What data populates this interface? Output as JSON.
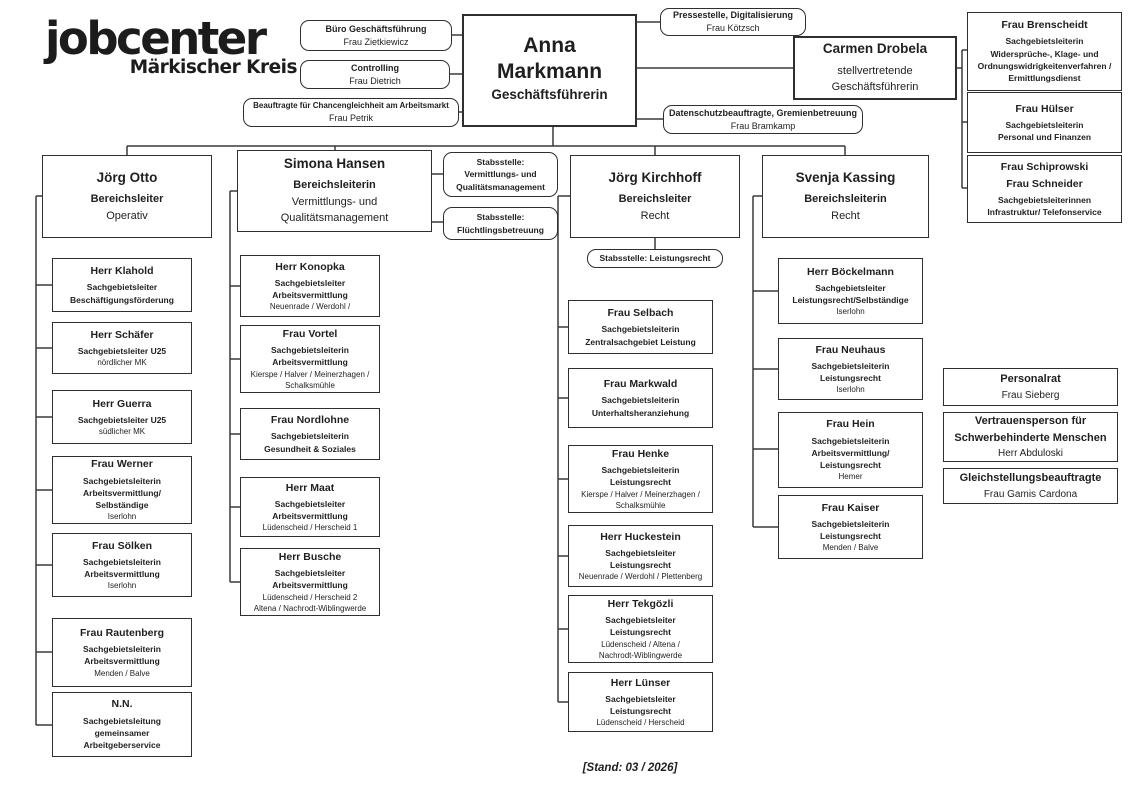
{
  "colors": {
    "ink": "#1f1f1f",
    "line": "#3a3a3a",
    "background": "#ffffff"
  },
  "logo": {
    "brand": "jobcenter",
    "subtitle": "Märkischer Kreis"
  },
  "footer": {
    "stand": "[Stand: 03 / 2026]"
  },
  "nodes": [
    {
      "id": "buero",
      "shape": "round",
      "lines": [
        {
          "t": "Büro Geschäftsführung",
          "s": "tb"
        },
        {
          "t": "Frau Zietkiewicz",
          "s": "rr"
        }
      ]
    },
    {
      "id": "controlling",
      "shape": "round",
      "lines": [
        {
          "t": "Controlling",
          "s": "tb"
        },
        {
          "t": "Frau Dietrich",
          "s": "rr"
        }
      ]
    },
    {
      "id": "chancen",
      "shape": "round",
      "lines": [
        {
          "t": "Beauftragte für Chancengleichheit am Arbeitsmarkt",
          "s": "tb2"
        },
        {
          "t": "Frau Petrik",
          "s": "rr"
        }
      ]
    },
    {
      "id": "gf",
      "shape": "rect b2",
      "lines": [
        {
          "t": "Anna",
          "s": "xl"
        },
        {
          "t": "Markmann",
          "s": "xl"
        },
        {
          "t": "Geschäftsführerin",
          "s": "lgb"
        }
      ]
    },
    {
      "id": "presse",
      "shape": "round",
      "lines": [
        {
          "t": "Pressestelle, Digitalisierung",
          "s": "tb"
        },
        {
          "t": "Frau Kötzsch",
          "s": "rr"
        }
      ]
    },
    {
      "id": "drobela",
      "shape": "rect b2",
      "lines": [
        {
          "t": "Carmen Drobela",
          "s": "lgb"
        },
        {
          "t": "stellvertretende",
          "s": "md"
        },
        {
          "t": "Geschäftsführerin",
          "s": "md"
        }
      ]
    },
    {
      "id": "datenschutz",
      "shape": "round",
      "lines": [
        {
          "t": "Datenschutzbeauftragte, Gremienbetreuung",
          "s": "tb"
        },
        {
          "t": "Frau Bramkamp",
          "s": "rr"
        }
      ]
    },
    {
      "id": "brenscheidt",
      "shape": "rect",
      "lines": [
        {
          "t": "Frau Brenscheidt",
          "s": "nb"
        },
        {
          "t": "Sachgebietsleiterin",
          "s": "sb"
        },
        {
          "t": "Widersprüche-, Klage- und",
          "s": "sb"
        },
        {
          "t": "Ordnungswidrigkeitenverfahren /",
          "s": "sb"
        },
        {
          "t": "Ermittlungsdienst",
          "s": "sb"
        }
      ]
    },
    {
      "id": "huelser",
      "shape": "rect",
      "lines": [
        {
          "t": "Frau Hülser",
          "s": "nb"
        },
        {
          "t": "Sachgebietsleiterin",
          "s": "sb"
        },
        {
          "t": "Personal und Finanzen",
          "s": "sb"
        }
      ]
    },
    {
      "id": "schiprowski",
      "shape": "rect",
      "lines": [
        {
          "t": "Frau Schiprowski",
          "s": "nb"
        },
        {
          "t": "Frau Schneider",
          "s": "nb"
        },
        {
          "t": "Sachgebietsleiterinnen",
          "s": "sb"
        },
        {
          "t": "Infrastruktur/ Telefonservice",
          "s": "sb"
        }
      ]
    },
    {
      "id": "otto",
      "shape": "rect",
      "lines": [
        {
          "t": "Jörg Otto",
          "s": "lgb"
        },
        {
          "t": "Bereichsleiter",
          "s": "mdb"
        },
        {
          "t": "Operativ",
          "s": "md"
        }
      ]
    },
    {
      "id": "hansen",
      "shape": "rect",
      "lines": [
        {
          "t": "Simona Hansen",
          "s": "lgb"
        },
        {
          "t": "Bereichsleiterin",
          "s": "mdb"
        },
        {
          "t": "Vermittlungs- und",
          "s": "md"
        },
        {
          "t": "Qualitätsmanagement",
          "s": "md"
        }
      ]
    },
    {
      "id": "stab-vq",
      "shape": "round",
      "lines": [
        {
          "t": "Stabsstelle:",
          "s": "sb"
        },
        {
          "t": "Vermittlungs- und",
          "s": "sb"
        },
        {
          "t": "Qualitätsmanagement",
          "s": "sb"
        }
      ]
    },
    {
      "id": "stab-fl",
      "shape": "round",
      "lines": [
        {
          "t": "Stabsstelle:",
          "s": "sb"
        },
        {
          "t": "Flüchtlingsbetreuung",
          "s": "sb"
        }
      ]
    },
    {
      "id": "kirchhoff",
      "shape": "rect",
      "lines": [
        {
          "t": "Jörg Kirchhoff",
          "s": "lgb"
        },
        {
          "t": "Bereichsleiter",
          "s": "mdb"
        },
        {
          "t": "Recht",
          "s": "md"
        }
      ]
    },
    {
      "id": "stab-lr",
      "shape": "round",
      "lines": [
        {
          "t": "Stabsstelle: Leistungsrecht",
          "s": "sb"
        }
      ]
    },
    {
      "id": "kassing",
      "shape": "rect",
      "lines": [
        {
          "t": "Svenja Kassing",
          "s": "lgb"
        },
        {
          "t": "Bereichsleiterin",
          "s": "mdb"
        },
        {
          "t": "Recht",
          "s": "md"
        }
      ]
    },
    {
      "id": "klahold",
      "shape": "rect",
      "lines": [
        {
          "t": "Herr Klahold",
          "s": "nb"
        },
        {
          "t": "Sachgebietsleiter",
          "s": "sb"
        },
        {
          "t": "Beschäftigungsförderung",
          "s": "sb"
        }
      ]
    },
    {
      "id": "schaefer",
      "shape": "rect",
      "lines": [
        {
          "t": "Herr Schäfer",
          "s": "nb"
        },
        {
          "t": "Sachgebietsleiter U25",
          "s": "sb"
        },
        {
          "t": "nördlicher MK",
          "s": "sr"
        }
      ]
    },
    {
      "id": "guerra",
      "shape": "rect",
      "lines": [
        {
          "t": "Herr Guerra",
          "s": "nb"
        },
        {
          "t": "Sachgebietsleiter U25",
          "s": "sb"
        },
        {
          "t": "südlicher MK",
          "s": "sr"
        }
      ]
    },
    {
      "id": "werner",
      "shape": "rect",
      "lines": [
        {
          "t": "Frau Werner",
          "s": "nb"
        },
        {
          "t": "Sachgebietsleiterin",
          "s": "sb"
        },
        {
          "t": "Arbeitsvermittlung/",
          "s": "sb"
        },
        {
          "t": "Selbständige",
          "s": "sb"
        },
        {
          "t": "Iserlohn",
          "s": "sr"
        }
      ]
    },
    {
      "id": "soelken",
      "shape": "rect",
      "lines": [
        {
          "t": "Frau Sölken",
          "s": "nb"
        },
        {
          "t": "Sachgebietsleiterin",
          "s": "sb"
        },
        {
          "t": "Arbeitsvermittlung",
          "s": "sb"
        },
        {
          "t": "Iserlohn",
          "s": "sr"
        }
      ]
    },
    {
      "id": "rautenberg",
      "shape": "rect",
      "lines": [
        {
          "t": "Frau Rautenberg",
          "s": "nb"
        },
        {
          "t": "Sachgebietsleiterin",
          "s": "sb"
        },
        {
          "t": "Arbeitsvermittlung",
          "s": "sb"
        },
        {
          "t": "Menden / Balve",
          "s": "sr"
        }
      ]
    },
    {
      "id": "nn",
      "shape": "rect",
      "lines": [
        {
          "t": "N.N.",
          "s": "nb"
        },
        {
          "t": "Sachgebietsleitung",
          "s": "sb"
        },
        {
          "t": "gemeinsamer",
          "s": "sb"
        },
        {
          "t": "Arbeitgeberservice",
          "s": "sb"
        }
      ]
    },
    {
      "id": "konopka",
      "shape": "rect",
      "lines": [
        {
          "t": "Herr Konopka",
          "s": "nb"
        },
        {
          "t": "Sachgebietsleiter",
          "s": "sb"
        },
        {
          "t": "Arbeitsvermittlung",
          "s": "sb"
        },
        {
          "t": "Neuenrade / Werdohl /",
          "s": "sr"
        }
      ]
    },
    {
      "id": "vortel",
      "shape": "rect",
      "lines": [
        {
          "t": "Frau Vortel",
          "s": "nb"
        },
        {
          "t": "Sachgebietsleiterin",
          "s": "sb"
        },
        {
          "t": "Arbeitsvermittlung",
          "s": "sb"
        },
        {
          "t": "Kierspe / Halver / Meinerzhagen /",
          "s": "sr"
        },
        {
          "t": "Schalksmühle",
          "s": "sr"
        }
      ]
    },
    {
      "id": "nordlohne",
      "shape": "rect",
      "lines": [
        {
          "t": "Frau Nordlohne",
          "s": "nb"
        },
        {
          "t": "Sachgebietsleiterin",
          "s": "sb"
        },
        {
          "t": "Gesundheit & Soziales",
          "s": "sb"
        }
      ]
    },
    {
      "id": "maat",
      "shape": "rect",
      "lines": [
        {
          "t": "Herr Maat",
          "s": "nb"
        },
        {
          "t": "Sachgebietsleiter",
          "s": "sb"
        },
        {
          "t": "Arbeitsvermittlung",
          "s": "sb"
        },
        {
          "t": "Lüdenscheid / Herscheid 1",
          "s": "sr"
        }
      ]
    },
    {
      "id": "busche",
      "shape": "rect",
      "lines": [
        {
          "t": "Herr Busche",
          "s": "nb"
        },
        {
          "t": "Sachgebietsleiter",
          "s": "sb"
        },
        {
          "t": "Arbeitsvermittlung",
          "s": "sb"
        },
        {
          "t": "Lüdenscheid / Herscheid 2",
          "s": "sr"
        },
        {
          "t": "Altena / Nachrodt-Wiblingwerde",
          "s": "sr"
        }
      ]
    },
    {
      "id": "selbach",
      "shape": "rect",
      "lines": [
        {
          "t": "Frau Selbach",
          "s": "nb"
        },
        {
          "t": "Sachgebietsleiterin",
          "s": "sb"
        },
        {
          "t": "Zentralsachgebiet Leistung",
          "s": "sb"
        }
      ]
    },
    {
      "id": "markwald",
      "shape": "rect",
      "lines": [
        {
          "t": "Frau Markwald",
          "s": "nb"
        },
        {
          "t": "Sachgebietsleiterin",
          "s": "sb"
        },
        {
          "t": "Unterhaltsheranziehung",
          "s": "sb"
        }
      ]
    },
    {
      "id": "henke",
      "shape": "rect",
      "lines": [
        {
          "t": "Frau Henke",
          "s": "nb"
        },
        {
          "t": "Sachgebietsleiterin",
          "s": "sb"
        },
        {
          "t": "Leistungsrecht",
          "s": "sb"
        },
        {
          "t": "Kierspe / Halver / Meinerzhagen /",
          "s": "sr"
        },
        {
          "t": "Schalksmühle",
          "s": "sr"
        }
      ]
    },
    {
      "id": "huckestein",
      "shape": "rect",
      "lines": [
        {
          "t": "Herr Huckestein",
          "s": "nb"
        },
        {
          "t": "Sachgebietsleiter",
          "s": "sb"
        },
        {
          "t": "Leistungsrecht",
          "s": "sb"
        },
        {
          "t": "Neuenrade / Werdohl / Plettenberg",
          "s": "sr"
        }
      ]
    },
    {
      "id": "tekgoezli",
      "shape": "rect",
      "lines": [
        {
          "t": "Herr Tekgözli",
          "s": "nb"
        },
        {
          "t": "Sachgebietsleiter",
          "s": "sb"
        },
        {
          "t": "Leistungsrecht",
          "s": "sb"
        },
        {
          "t": "Lüdenscheid / Altena /",
          "s": "sr"
        },
        {
          "t": "Nachrodt-Wiblingwerde",
          "s": "sr"
        }
      ]
    },
    {
      "id": "luenser",
      "shape": "rect",
      "lines": [
        {
          "t": "Herr Lünser",
          "s": "nb"
        },
        {
          "t": "Sachgebietsleiter",
          "s": "sb"
        },
        {
          "t": "Leistungsrecht",
          "s": "sb"
        },
        {
          "t": "Lüdenscheid / Herscheid",
          "s": "sr"
        }
      ]
    },
    {
      "id": "boeckelmann",
      "shape": "rect",
      "lines": [
        {
          "t": "Herr Böckelmann",
          "s": "nb"
        },
        {
          "t": "Sachgebietsleiter",
          "s": "sb"
        },
        {
          "t": "Leistungsrecht/Selbständige",
          "s": "sb"
        },
        {
          "t": "Iserlohn",
          "s": "sr"
        }
      ]
    },
    {
      "id": "neuhaus",
      "shape": "rect",
      "lines": [
        {
          "t": "Frau Neuhaus",
          "s": "nb"
        },
        {
          "t": "Sachgebietsleiterin",
          "s": "sb"
        },
        {
          "t": "Leistungsrecht",
          "s": "sb"
        },
        {
          "t": "Iserlohn",
          "s": "sr"
        }
      ]
    },
    {
      "id": "hein",
      "shape": "rect",
      "lines": [
        {
          "t": "Frau Hein",
          "s": "nb"
        },
        {
          "t": "Sachgebietsleiterin",
          "s": "sb"
        },
        {
          "t": "Arbeitsvermittlung/",
          "s": "sb"
        },
        {
          "t": "Leistungsrecht",
          "s": "sb"
        },
        {
          "t": "Hemer",
          "s": "sr"
        }
      ]
    },
    {
      "id": "kaiser",
      "shape": "rect",
      "lines": [
        {
          "t": "Frau Kaiser",
          "s": "nb"
        },
        {
          "t": "Sachgebietsleiterin",
          "s": "sb"
        },
        {
          "t": "Leistungsrecht",
          "s": "sb"
        },
        {
          "t": "Menden / Balve",
          "s": "sr"
        }
      ]
    },
    {
      "id": "personalrat",
      "shape": "rect",
      "lines": [
        {
          "t": "Personalrat",
          "s": "mdb"
        },
        {
          "t": "Frau Sieberg",
          "s": "mr"
        }
      ]
    },
    {
      "id": "vertrauen",
      "shape": "rect",
      "lines": [
        {
          "t": "Vertrauensperson für",
          "s": "mdb"
        },
        {
          "t": "Schwerbehinderte Menschen",
          "s": "mdb"
        },
        {
          "t": "Herr Abduloski",
          "s": "mr"
        }
      ]
    },
    {
      "id": "gleich",
      "shape": "rect",
      "lines": [
        {
          "t": "Gleichstellungsbeauftragte",
          "s": "mdb"
        },
        {
          "t": "Frau Gamis Cardona",
          "s": "mr"
        }
      ]
    }
  ]
}
